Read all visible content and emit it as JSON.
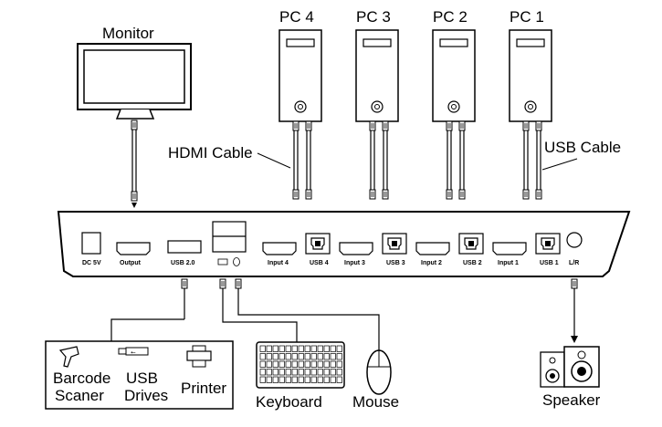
{
  "devices": {
    "monitor": "Monitor",
    "pc4": "PC 4",
    "pc3": "PC 3",
    "pc2": "PC 2",
    "pc1": "PC 1"
  },
  "cables": {
    "hdmi": "HDMI Cable",
    "usb": "USB Cable"
  },
  "ports": {
    "dc": "DC 5V",
    "output": "Output",
    "usb20": "USB 2.0",
    "input4": "Input 4",
    "usb4": "USB 4",
    "input3": "Input 3",
    "usb3": "USB 3",
    "input2": "Input 2",
    "usb2": "USB 2",
    "input1": "Input 1",
    "usb1": "USB 1",
    "lr": "L/R"
  },
  "peripherals": {
    "barcode_line1": "Barcode",
    "barcode_line2": "Scaner",
    "usb_line1": "USB",
    "usb_line2": "Drives",
    "printer": "Printer",
    "keyboard": "Keyboard",
    "mouse": "Mouse",
    "speaker": "Speaker"
  },
  "icons": [
    "monitor-icon",
    "pc-tower-icon",
    "barcode-scanner-icon",
    "usb-drive-icon",
    "printer-icon",
    "keyboard-icon",
    "mouse-icon",
    "speaker-icon"
  ]
}
